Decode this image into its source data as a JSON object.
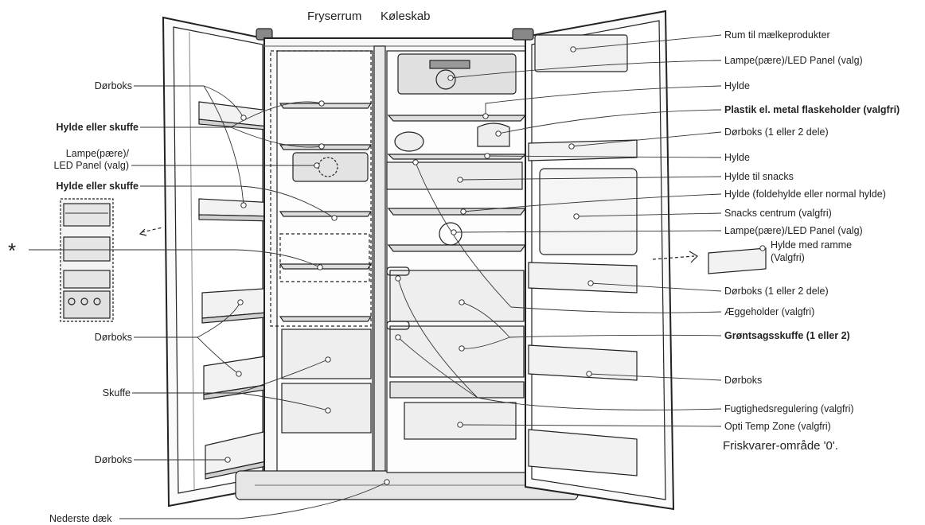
{
  "header": {
    "freezer": "Fryserrum",
    "fridge": "Køleskab"
  },
  "left_labels": {
    "door_bin_1": "Dørboks",
    "shelf_or_drawer_1": "Hylde eller skuffe",
    "lamp_line1": "Lampe(pære)/",
    "lamp_line2": "LED Panel (valg)",
    "shelf_or_drawer_2": "Hylde eller skuffe",
    "asterisk": "*",
    "door_bin_2": "Dørboks",
    "drawer": "Skuffe",
    "door_bin_3": "Dørboks",
    "bottom_cover": "Nederste dæk"
  },
  "right_labels": {
    "dairy": "Rum til mælkeprodukter",
    "lamp_top": "Lampe(pære)/LED Panel (valg)",
    "shelf_1": "Hylde",
    "bottle_holder": "Plastik el. metal flaskeholder (valgfri)",
    "door_bin_12_a": "Dørboks (1 eller 2 dele)",
    "shelf_2": "Hylde",
    "snack_shelf": "Hylde til snacks",
    "fold_shelf": "Hylde (foldehylde eller normal hylde)",
    "snack_center": "Snacks centrum (valgfri)",
    "lamp_mid": "Lampe(pære)/LED Panel (valg)",
    "frame_shelf_line1": "Hylde med ramme",
    "frame_shelf_line2": "(Valgfri)",
    "door_bin_12_b": "Dørboks (1 eller 2 dele)",
    "egg_holder": "Æggeholder (valgfri)",
    "veg_drawer": "Grøntsagsskuffe (1 eller 2)",
    "door_bin": "Dørboks",
    "humidity": "Fugtighedsregulering (valgfri)",
    "opti_temp": "Opti Temp Zone (valgfri)",
    "fresh_zone": "Friskvarer-område '0'."
  }
}
